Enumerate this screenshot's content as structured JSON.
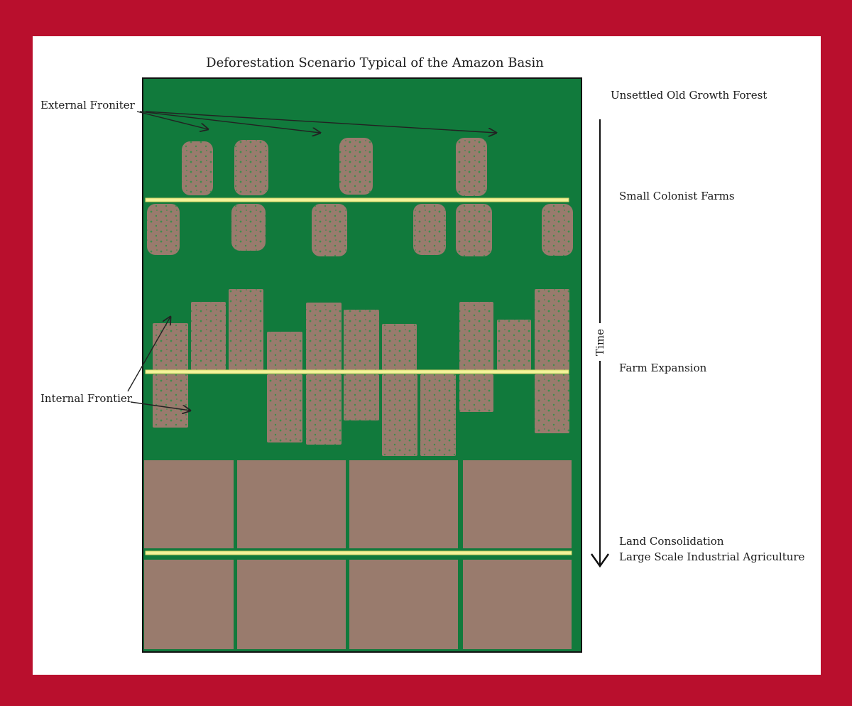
{
  "title": "Deforestation Scenario Typical of the Amazon Basin",
  "callouts": {
    "external": "External Froniter",
    "internal": "Internal Frontier"
  },
  "stages": [
    "Unsettled Old Growth Forest",
    "Small Colonist Farms",
    "Farm Expansion",
    "Land Consolidation",
    "Large Scale Industrial Agriculture"
  ],
  "time_label": "Time",
  "colors": {
    "frame": "#b90f2d",
    "background": "#ffffff",
    "forest": "#117a3c",
    "cleared_land": "#997b6d",
    "road": "#f3f39a",
    "speckle": "#3f8c4c"
  }
}
